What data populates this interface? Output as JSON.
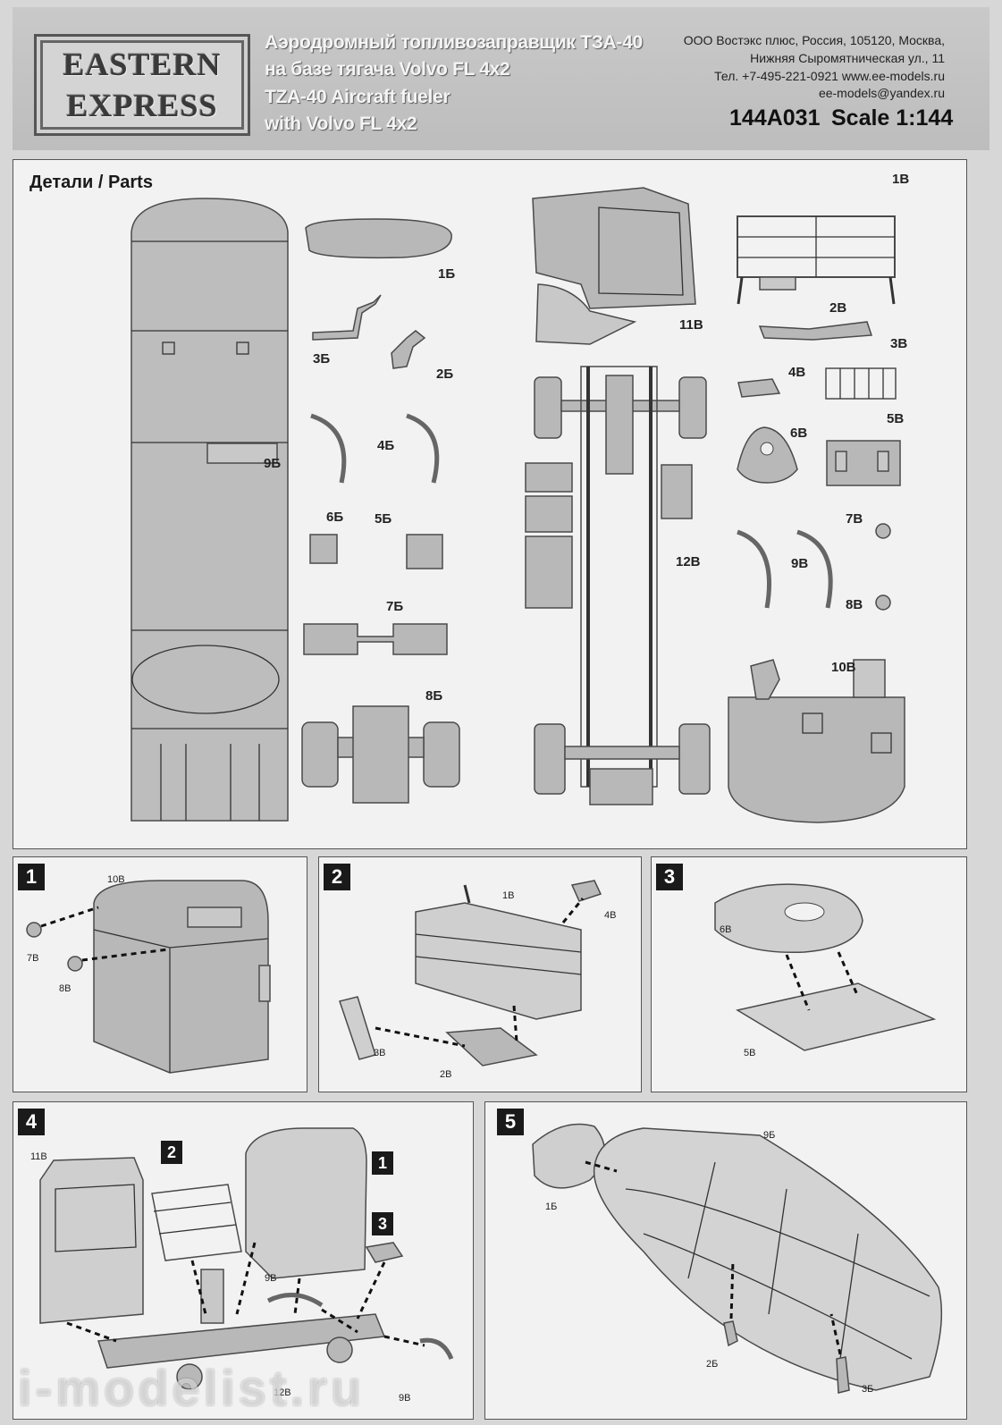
{
  "header": {
    "logo_line1": "EASTERN",
    "logo_line2": "EXPRESS",
    "title_ru_1": "Аэродромный топливозаправщик ТЗА-40",
    "title_ru_2": "на базе тягача Volvo FL 4x2",
    "title_en_1": "TZA-40 Aircraft fueler",
    "title_en_2": "with Volvo FL 4x2",
    "address_1": "ООО Востэкс плюс, Россия, 105120, Москва,",
    "address_2": "Нижняя Сыромятническая ул., 11",
    "address_3": "Тел. +7-495-221-0921 www.ee-models.ru",
    "address_4": "ee-models@yandex.ru",
    "article": "144A031",
    "scale": "Scale 1:144"
  },
  "parts_panel": {
    "title": "Детали / Parts",
    "labels": {
      "p1b": "1Б",
      "p2b": "2Б",
      "p3b": "3Б",
      "p4b": "4Б",
      "p5b": "5Б",
      "p6b": "6Б",
      "p7b": "7Б",
      "p8b": "8Б",
      "p9b": "9Б",
      "p1v": "1В",
      "p2v": "2В",
      "p3v": "3В",
      "p4v": "4В",
      "p5v": "5В",
      "p6v": "6В",
      "p7v": "7В",
      "p8v": "8В",
      "p9v": "9В",
      "p10v": "10В",
      "p11v": "11В",
      "p12v": "12В"
    }
  },
  "steps": [
    {
      "number": "1",
      "labels": [
        "10В",
        "7В",
        "8В"
      ]
    },
    {
      "number": "2",
      "labels": [
        "1В",
        "4В",
        "3В",
        "2В"
      ]
    },
    {
      "number": "3",
      "labels": [
        "6В",
        "5В"
      ]
    },
    {
      "number": "4",
      "labels": [
        "11В",
        "9В",
        "12В",
        "9В"
      ],
      "refs": [
        "2",
        "1",
        "3"
      ]
    },
    {
      "number": "5",
      "labels": [
        "1Б",
        "9Б",
        "2Б",
        "3Б"
      ]
    }
  ],
  "watermark": "i-modelist.ru",
  "colors": {
    "part_fill": "#b8b8b8",
    "panel_bg": "#f2f2f2",
    "step_badge": "#1a1a1a"
  }
}
